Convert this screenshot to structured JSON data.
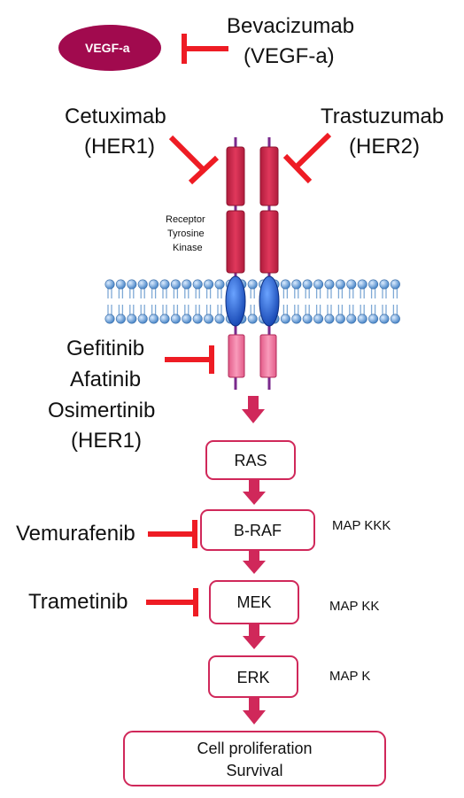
{
  "colors": {
    "inhibitor_red": "#ee1c24",
    "receptor_red": "#d42a4e",
    "receptor_pink": "#f27aa2",
    "membrane_blue": "#6aa3d6",
    "channel_blue": "#1f63d8",
    "box_border": "#d0285a",
    "arrow_fill": "#d0285a",
    "vegf_fill": "#a10a4e",
    "stalk_purple": "#7a2a8c"
  },
  "ligand": {
    "label": "VEGF-a"
  },
  "drugs": {
    "bevacizumab": {
      "name": "Bevacizumab",
      "target": "(VEGF-a)"
    },
    "cetuximab": {
      "name": "Cetuximab",
      "target": "(HER1)"
    },
    "trastuzumab": {
      "name": "Trastuzumab",
      "target": "(HER2)"
    },
    "tki": {
      "names": [
        "Gefitinib",
        "Afatinib",
        "Osimertinib"
      ],
      "target": "(HER1)"
    },
    "vemurafenib": {
      "name": "Vemurafenib"
    },
    "trametinib": {
      "name": "Trametinib"
    }
  },
  "receptor": {
    "label_lines": [
      "Receptor",
      "Tyrosine",
      "Kinase"
    ]
  },
  "cascade": {
    "ras": "RAS",
    "braf": "B-RAF",
    "mek": "MEK",
    "erk": "ERK",
    "outcome_lines": [
      "Cell proliferation",
      "Survival"
    ]
  },
  "map_levels": {
    "braf": "MAP KKK",
    "mek": "MAP KK",
    "erk": "MAP K"
  },
  "icons": {
    "inhibitor": "inhibition-t-bar-icon",
    "activation": "down-arrow-icon"
  }
}
